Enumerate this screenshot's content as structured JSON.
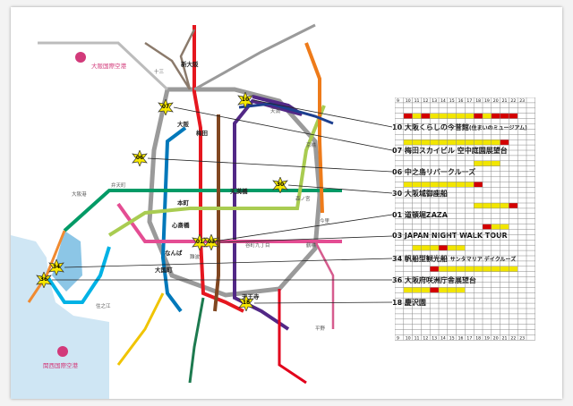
{
  "map": {
    "airports": [
      {
        "name": "大阪国際空港"
      },
      {
        "name": "関西国際空港"
      }
    ],
    "stations": [
      "大阪",
      "梅田",
      "天満橋",
      "本町",
      "心斎橋",
      "なんば",
      "天王寺",
      "大国町",
      "新大阪"
    ],
    "places": [
      "大阪港",
      "弁天町",
      "天満",
      "京橋",
      "森ノ宮",
      "鶴橋",
      "難波",
      "今里",
      "平野",
      "住之江",
      "十三",
      "谷町九丁目"
    ],
    "line_colors": {
      "midosuji": "#e5171f",
      "tanimachi": "#522886",
      "yotsubashi": "#0078ba",
      "chuo": "#019a66",
      "sennichimae": "#e44d93",
      "sakaisuji": "#814721",
      "nagahori": "#a9cc51",
      "imazatosuji": "#ee7b1a",
      "nanko": "#00b2e5",
      "loop": "#e2001b",
      "hankyu": "#8b7a6b",
      "keihan": "#1d3f8f",
      "jr_gray": "#9a9a9a",
      "mdk_yellow": "#f0c400",
      "pink_nara": "#d65c8e"
    },
    "spots": [
      {
        "id": "07"
      },
      {
        "id": "10"
      },
      {
        "id": "06"
      },
      {
        "id": "30"
      },
      {
        "id": "01"
      },
      {
        "id": "03"
      },
      {
        "id": "34"
      },
      {
        "id": "36"
      },
      {
        "id": "18"
      }
    ]
  },
  "schedule": {
    "hours": [
      "9",
      "10",
      "11",
      "12",
      "13",
      "14",
      "15",
      "16",
      "17",
      "18",
      "19",
      "20",
      "21",
      "22",
      "23"
    ],
    "legend": {
      "yellow": "#f2e600",
      "red": "#d40000"
    },
    "rows": [
      {
        "label": "10 大阪くらしの今昔館",
        "note": "(住まいのミュージアム)",
        "slots": [
          "",
          "r",
          "y",
          "r",
          "y",
          "y",
          "y",
          "y",
          "y",
          "r",
          "y",
          "r",
          "r",
          "r",
          "",
          ""
        ]
      },
      {
        "label": "07 梅田スカイビル 空中庭園展望台",
        "note": "",
        "slots": [
          "",
          "y",
          "y",
          "y",
          "y",
          "y",
          "y",
          "y",
          "y",
          "y",
          "y",
          "y",
          "r",
          "",
          "",
          ""
        ]
      },
      {
        "label": "06 中之島リバークルーズ",
        "note": "",
        "slots": [
          "",
          "",
          "",
          "",
          "",
          "",
          "",
          "",
          "",
          "y",
          "y",
          "y",
          "",
          "",
          "",
          ""
        ]
      },
      {
        "label": "30 大阪城御座船",
        "note": "",
        "slots": [
          "",
          "y",
          "y",
          "y",
          "y",
          "y",
          "y",
          "y",
          "y",
          "r",
          "",
          "",
          "",
          "",
          "",
          ""
        ]
      },
      {
        "label": "01 道頓堀ZAZA",
        "note": "",
        "slots": [
          "",
          "",
          "",
          "",
          "",
          "",
          "",
          "",
          "",
          "y",
          "y",
          "y",
          "y",
          "r",
          "",
          ""
        ]
      },
      {
        "label": "03 JAPAN NIGHT WALK TOUR",
        "note": "",
        "slots": [
          "",
          "",
          "",
          "",
          "",
          "",
          "",
          "",
          "",
          "",
          "r",
          "y",
          "y",
          "",
          "",
          ""
        ]
      },
      {
        "label": "34 帆船型観光船",
        "note": "サンタマリア デイクルーズ",
        "slots": [
          "",
          "",
          "y",
          "y",
          "y",
          "r",
          "y",
          "y",
          "",
          "",
          "",
          "",
          "",
          "",
          "",
          ""
        ]
      },
      {
        "label": "36 大阪府咲洲庁舎展望台",
        "note": "",
        "slots": [
          "",
          "",
          "",
          "",
          "r",
          "y",
          "y",
          "y",
          "y",
          "y",
          "y",
          "y",
          "y",
          "y",
          "",
          ""
        ]
      },
      {
        "label": "18 慶沢園",
        "note": "",
        "slots": [
          "",
          "y",
          "y",
          "y",
          "r",
          "y",
          "y",
          "y",
          "",
          "",
          "",
          "",
          "",
          "",
          "",
          ""
        ]
      }
    ]
  }
}
